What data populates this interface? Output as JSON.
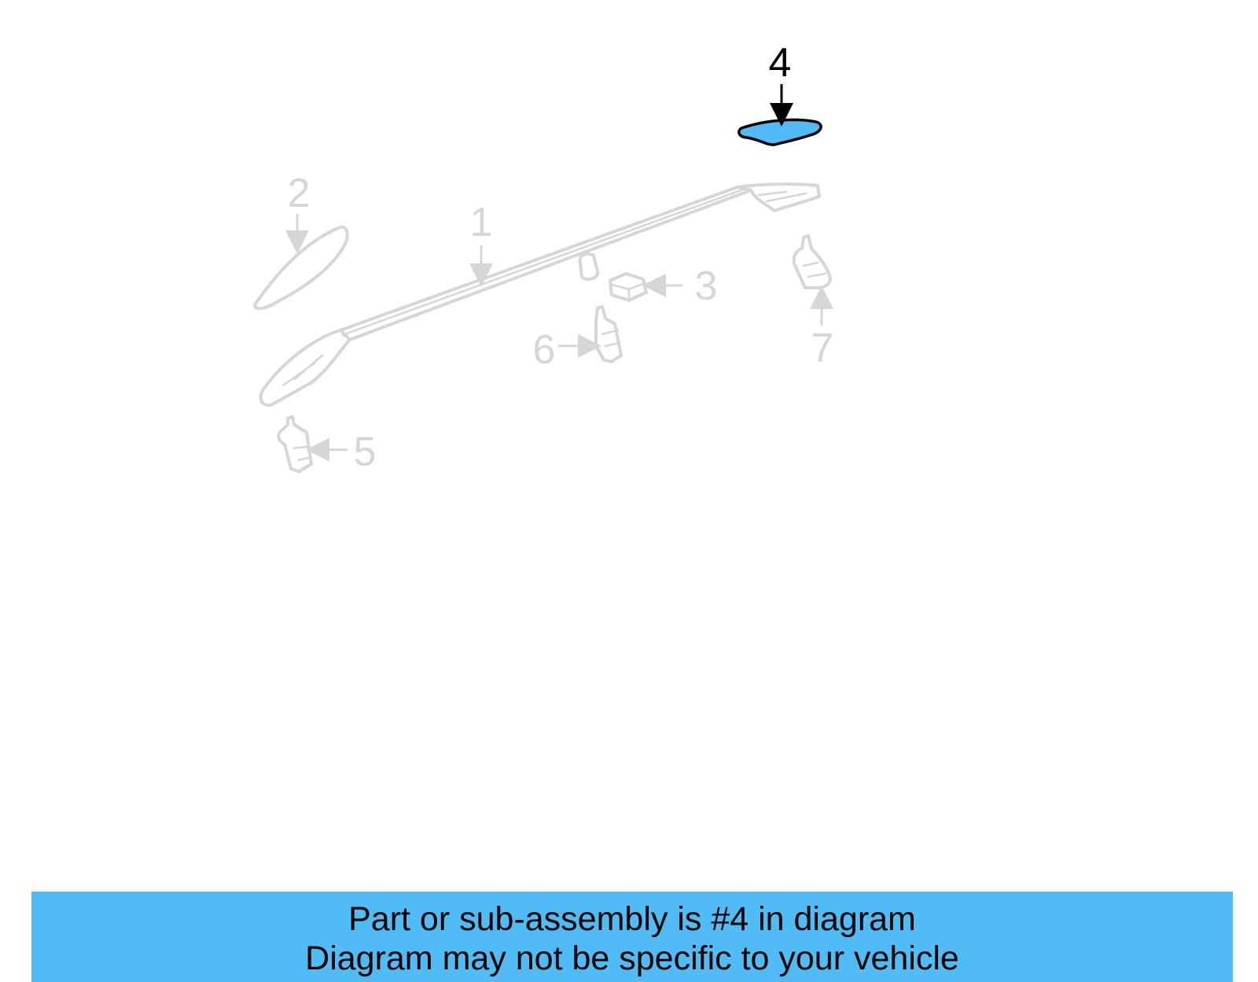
{
  "diagram": {
    "highlight_color": "#4fbcf5",
    "ghost_color": "#d6d6d6",
    "callouts": [
      {
        "label": "1",
        "state": "dimmed"
      },
      {
        "label": "2",
        "state": "dimmed"
      },
      {
        "label": "3",
        "state": "dimmed"
      },
      {
        "label": "4",
        "state": "highlighted"
      },
      {
        "label": "5",
        "state": "dimmed"
      },
      {
        "label": "6",
        "state": "dimmed"
      },
      {
        "label": "7",
        "state": "dimmed"
      }
    ]
  },
  "banner": {
    "line1": "Part or sub-assembly is #4 in diagram",
    "line2": "Diagram may not be specific to your vehicle",
    "background": "#4fbcf5"
  }
}
